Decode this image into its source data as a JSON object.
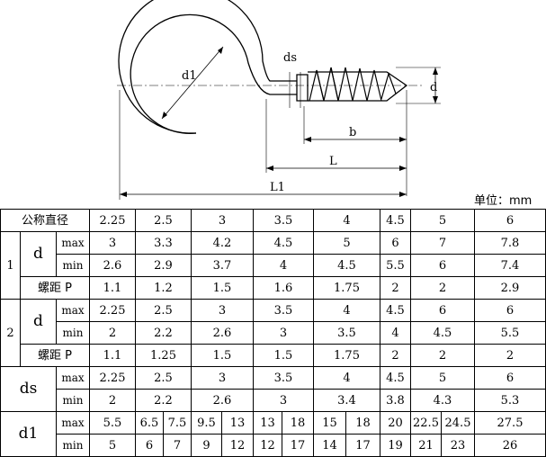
{
  "drawing": {
    "labels": {
      "d1": "d1",
      "ds": "ds",
      "d": "d",
      "b": "b",
      "L": "L",
      "L1": "L1"
    }
  },
  "unit_label": "单位：mm",
  "table": {
    "header_label": "公称直径",
    "sizes": [
      "2.25",
      "2.5",
      "3",
      "3.5",
      "4",
      "4.5",
      "5",
      "6"
    ],
    "max_label": "max",
    "min_label": "min",
    "d_label": "d",
    "ds_label": "ds",
    "d1_label": "d1",
    "pitch_label": "螺距 P",
    "type1_label": "1",
    "type2_label": "2",
    "type1": {
      "d_max": [
        "3",
        "3.3",
        "4.2",
        "4.5",
        "5",
        "6",
        "7",
        "7.8"
      ],
      "d_min": [
        "2.6",
        "2.9",
        "3.7",
        "4",
        "4.5",
        "5.5",
        "6",
        "7.4"
      ],
      "pitch": [
        "1.1",
        "1.2",
        "1.5",
        "1.6",
        "1.75",
        "2",
        "2",
        "2.9"
      ]
    },
    "type2": {
      "d_max": [
        "2.25",
        "2.5",
        "3",
        "3.5",
        "4",
        "4.5",
        "6",
        "6"
      ],
      "d_min": [
        "2",
        "2.2",
        "2.6",
        "3",
        "3.5",
        "4",
        "4.5",
        "5.5"
      ],
      "pitch": [
        "1.1",
        "1.25",
        "1.5",
        "1.5",
        "1.75",
        "2",
        "2",
        "2"
      ]
    },
    "ds": {
      "max": [
        "2.25",
        "2.5",
        "3",
        "3.5",
        "4",
        "4.5",
        "5",
        "6"
      ],
      "min": [
        "2",
        "2.2",
        "2.6",
        "3",
        "3.4",
        "3.8",
        "4.3",
        "5.3"
      ]
    },
    "d1": {
      "max": [
        "5.5",
        "6.5",
        "7.5",
        "9.5",
        "13",
        "13",
        "18",
        "15",
        "18",
        "20",
        "22.5",
        "24.5",
        "27.5"
      ],
      "min": [
        "5",
        "6",
        "7",
        "9",
        "12",
        "12",
        "17",
        "14",
        "17",
        "19",
        "21",
        "23",
        "26"
      ]
    }
  }
}
